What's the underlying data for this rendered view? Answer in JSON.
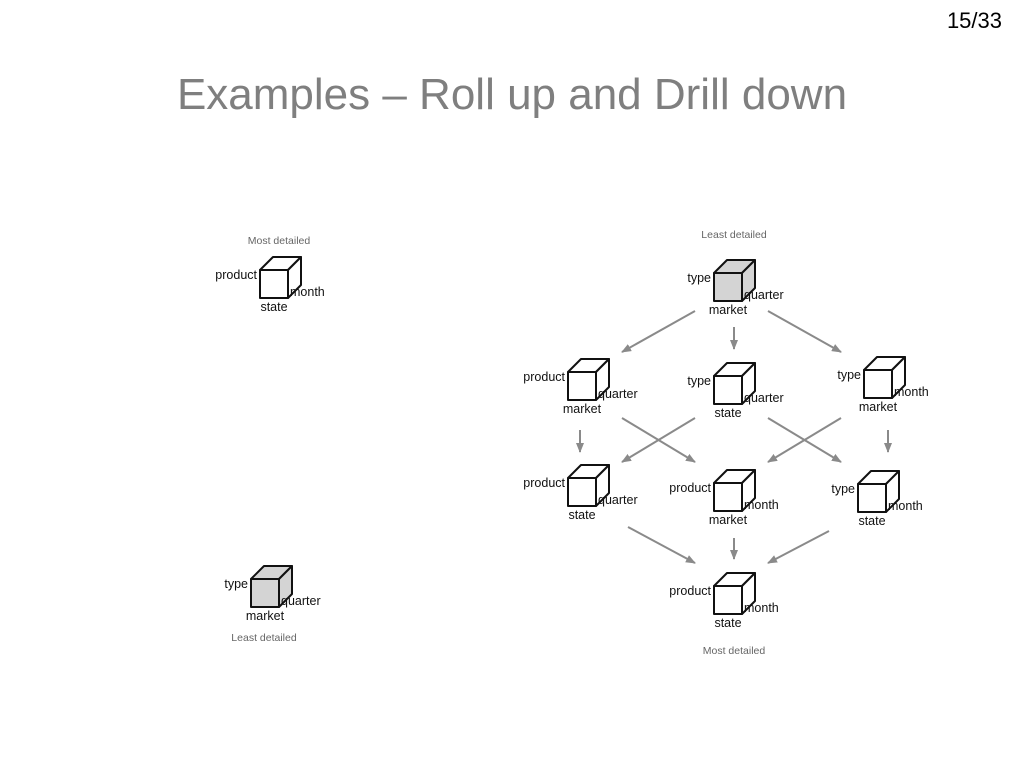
{
  "slide": {
    "page_number": "15/33",
    "title": "Examples – Roll up and Drill down"
  },
  "left_diagram": {
    "top_caption": "Most detailed",
    "top_cube": {
      "left": "product",
      "bottom": "state",
      "right": "month",
      "shaded": false
    },
    "bottom_cube": {
      "left": "type",
      "bottom": "market",
      "right": "quarter",
      "shaded": true
    },
    "bottom_caption": "Least detailed"
  },
  "lattice": {
    "top_caption": "Least detailed",
    "bottom_caption": "Most detailed",
    "nodes": [
      {
        "id": "n0",
        "left": "type",
        "bottom": "market",
        "right": "quarter",
        "shaded": true
      },
      {
        "id": "n1",
        "left": "product",
        "bottom": "market",
        "right": "quarter",
        "shaded": false
      },
      {
        "id": "n2",
        "left": "type",
        "bottom": "state",
        "right": "quarter",
        "shaded": false
      },
      {
        "id": "n3",
        "left": "type",
        "bottom": "market",
        "right": "month",
        "shaded": false
      },
      {
        "id": "n4",
        "left": "product",
        "bottom": "state",
        "right": "quarter",
        "shaded": false
      },
      {
        "id": "n5",
        "left": "product",
        "bottom": "market",
        "right": "month",
        "shaded": false
      },
      {
        "id": "n6",
        "left": "type",
        "bottom": "state",
        "right": "month",
        "shaded": false
      },
      {
        "id": "n7",
        "left": "product",
        "bottom": "state",
        "right": "month",
        "shaded": false
      }
    ],
    "edges": [
      [
        "n0",
        "n1"
      ],
      [
        "n0",
        "n2"
      ],
      [
        "n0",
        "n3"
      ],
      [
        "n1",
        "n4"
      ],
      [
        "n1",
        "n5"
      ],
      [
        "n2",
        "n4"
      ],
      [
        "n2",
        "n6"
      ],
      [
        "n3",
        "n5"
      ],
      [
        "n3",
        "n6"
      ],
      [
        "n4",
        "n7"
      ],
      [
        "n5",
        "n7"
      ],
      [
        "n6",
        "n7"
      ]
    ]
  },
  "colors": {
    "title": "#7f7f7f",
    "cube_stroke": "#111111",
    "cube_shaded": "#d4d4d4",
    "arrow": "#8a8a8a",
    "caption": "#666666"
  }
}
